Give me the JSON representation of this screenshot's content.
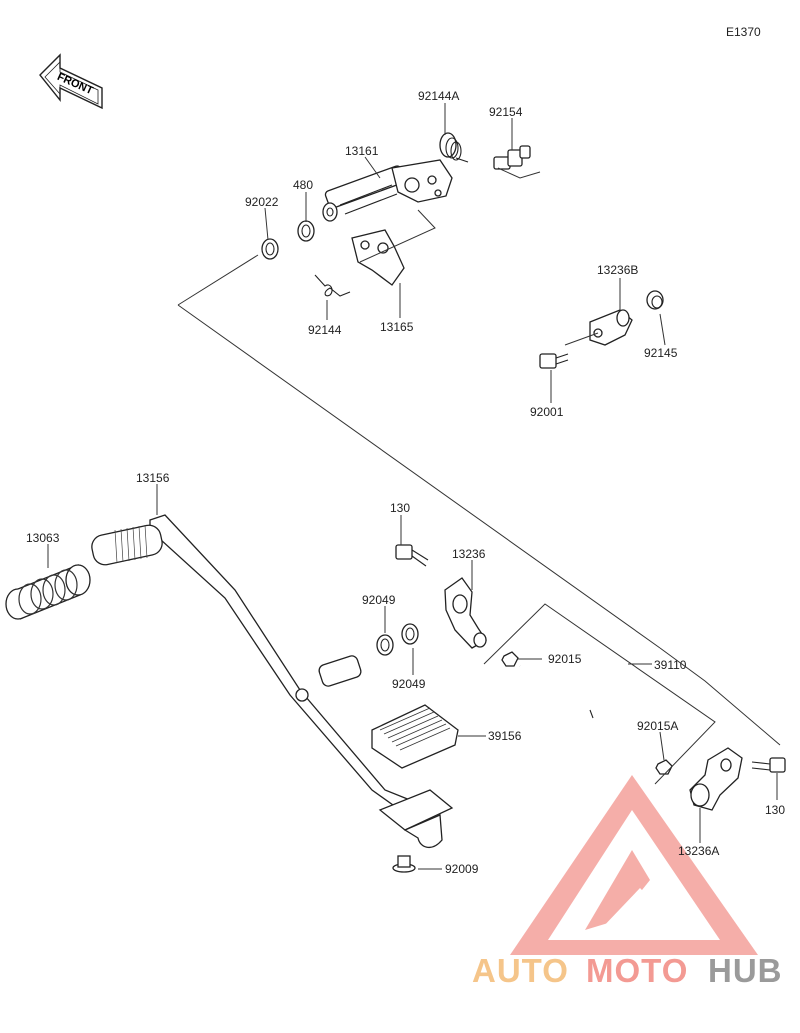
{
  "diagram": {
    "code": "E1370",
    "front_label": "FRONT",
    "labels": {
      "p92144A": "92144A",
      "p92154": "92154",
      "p13161": "13161",
      "p480": "480",
      "p92022": "92022",
      "p92144": "92144",
      "p13165": "13165",
      "p13236B": "13236B",
      "p92145": "92145",
      "p92001": "92001",
      "p13156": "13156",
      "p13063": "13063",
      "p130a": "130",
      "p13236": "13236",
      "p92049a": "92049",
      "p92049b": "92049",
      "p92015": "92015",
      "p39110": "39110",
      "p92015A": "92015A",
      "p39156": "39156",
      "p130b": "130",
      "p13236A": "13236A",
      "p92009": "92009"
    }
  },
  "watermark": {
    "part1": "AUTO",
    "part2": "MOTO",
    "part3": "HUB",
    "color_auto": "#f5c58a",
    "color_moto": "#f39a93",
    "color_hub": "#9a9a9a",
    "triangle_color": "#f08078"
  }
}
